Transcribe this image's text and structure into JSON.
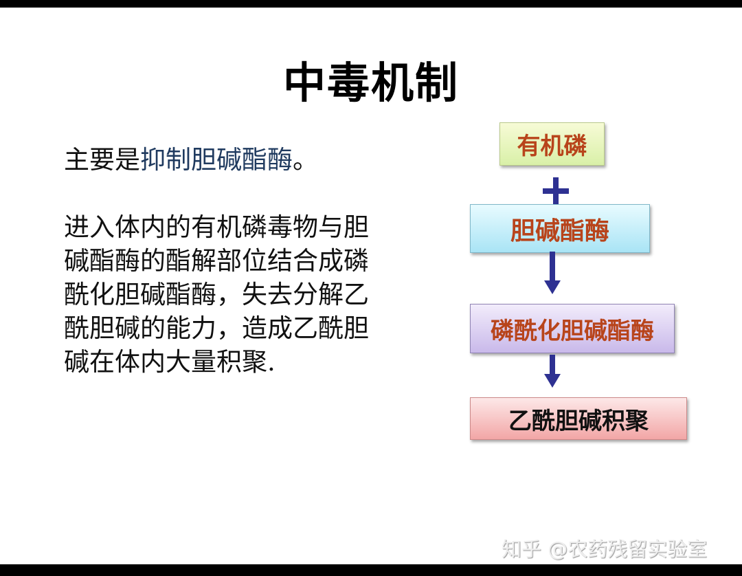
{
  "slide": {
    "title": "中毒机制",
    "lead": {
      "prefix": "主要是",
      "highlight": "抑制胆碱酯酶",
      "suffix": "。"
    },
    "paragraph_lines": [
      "进入体内的有机磷毒物与胆",
      "碱酯酶的酯解部位结合成磷",
      "酰化胆碱酯酶，失去分解乙",
      "酰胆碱的能力，造成乙酰胆",
      "碱在体内大量积聚."
    ]
  },
  "flowchart": {
    "nodes": [
      {
        "label": "有机磷",
        "fill": "#e3f4b8",
        "text_color": "#b8441b"
      },
      {
        "label": "胆碱酯酶",
        "fill": "#bfeaf7",
        "text_color": "#b8441b"
      },
      {
        "label": "磷酰化胆碱酯酶",
        "fill": "#d6cbef",
        "text_color": "#b8441b"
      },
      {
        "label": "乙酰胆碱积聚",
        "fill": "#f6bcbc",
        "text_color": "#111111"
      }
    ],
    "connectors": [
      "plus-icon",
      "arrow-down-icon",
      "arrow-down-icon"
    ],
    "connector_color": "#2e3192"
  },
  "watermark": "知乎 @农药残留实验室"
}
